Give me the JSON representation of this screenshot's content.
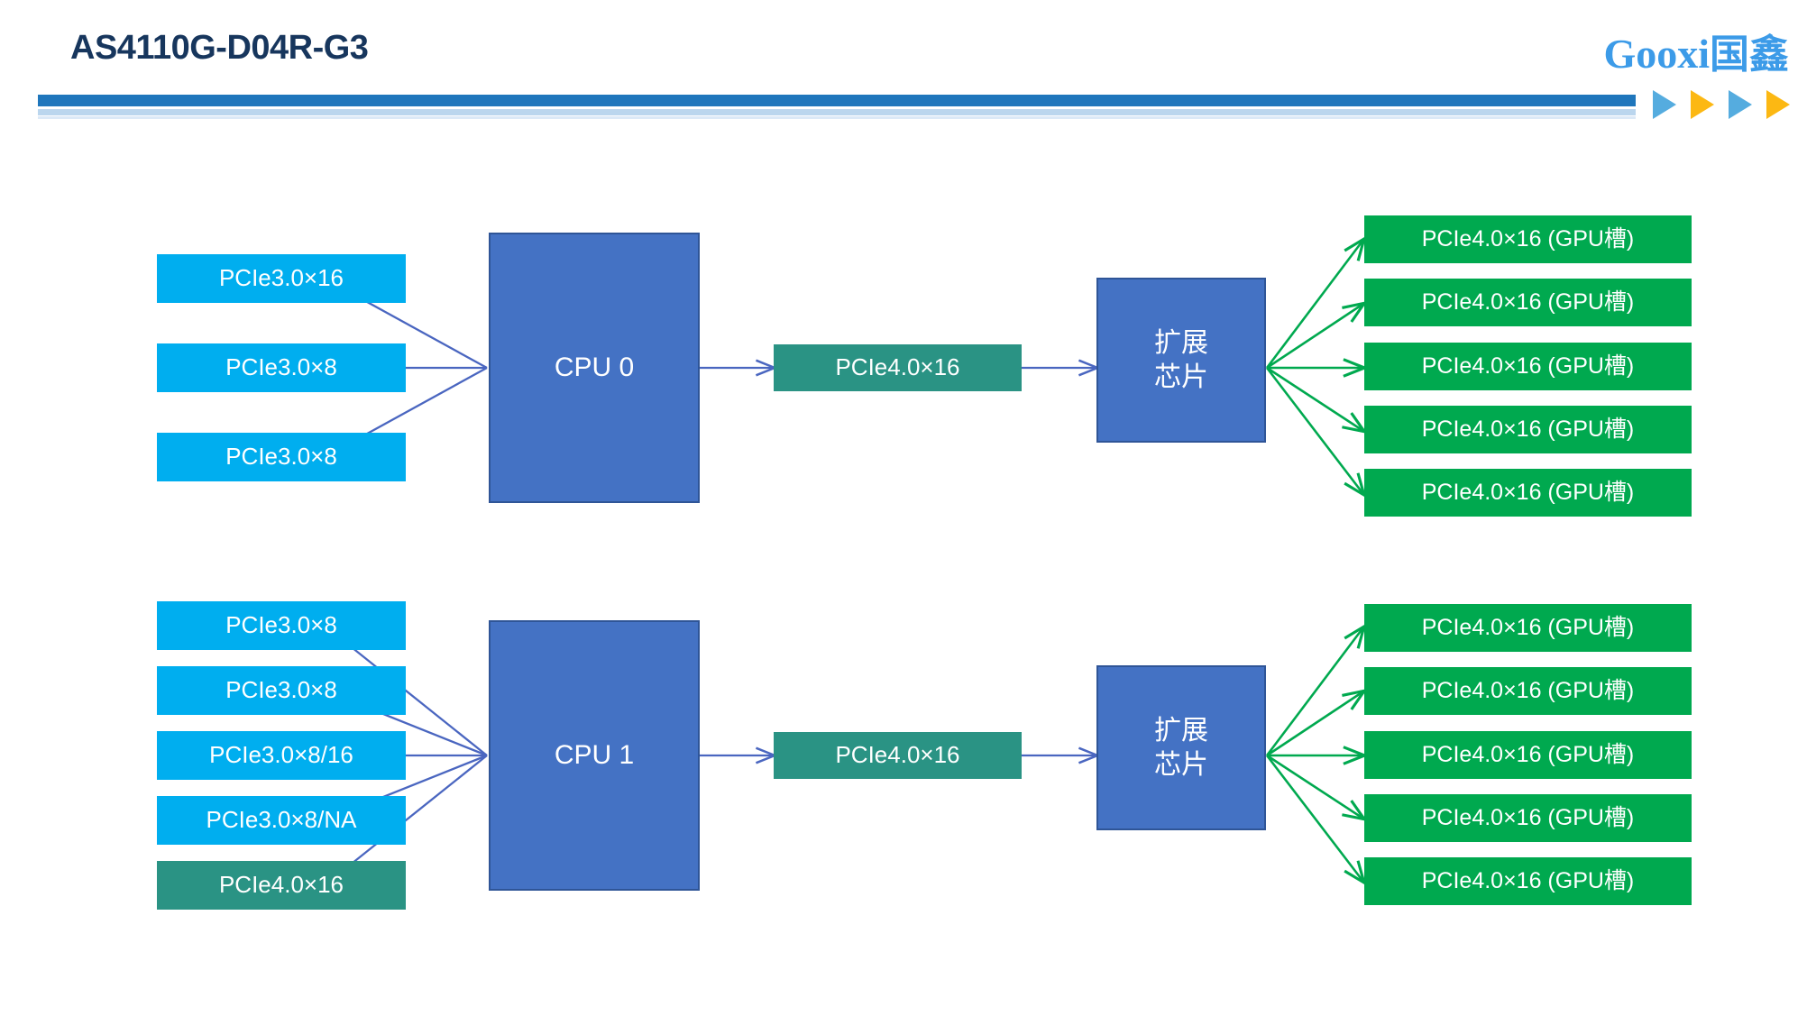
{
  "header": {
    "title": "AS4110G-D04R-G3",
    "brand_latin": "Gooxi",
    "brand_cn": "国鑫",
    "rule_color": "#1F76BC",
    "title_color": "#17365D",
    "brand_color": "#3C9BE8",
    "triangles": [
      "#55ACDF",
      "#FCB813",
      "#55ACDF",
      "#FCB813"
    ]
  },
  "colors": {
    "cyan": "#00AEEF",
    "teal": "#2A9384",
    "green": "#00A94F",
    "cpu_blue": "#4472C4",
    "cpu_border": "#2F5597",
    "arrow_blue": "#4A66C0",
    "arrow_green": "#00A94F"
  },
  "diagram": {
    "type": "block-diagram",
    "groups": [
      {
        "id": "cpu0-group",
        "cpu": {
          "label": "CPU 0",
          "color": "#4472C4"
        },
        "left_slots": [
          {
            "label": "PCIe3.0×16",
            "color": "#00AEEF"
          },
          {
            "label": "PCIe3.0×8",
            "color": "#00AEEF"
          },
          {
            "label": "PCIe3.0×8",
            "color": "#00AEEF"
          }
        ],
        "uplink": {
          "label": "PCIe4.0×16",
          "color": "#2A9384"
        },
        "switch": {
          "line1": "扩展",
          "line2": "芯片",
          "color": "#4472C4"
        },
        "gpu_slots": [
          {
            "label": "PCIe4.0×16 (GPU槽)",
            "color": "#00A94F"
          },
          {
            "label": "PCIe4.0×16 (GPU槽)",
            "color": "#00A94F"
          },
          {
            "label": "PCIe4.0×16 (GPU槽)",
            "color": "#00A94F"
          },
          {
            "label": "PCIe4.0×16 (GPU槽)",
            "color": "#00A94F"
          },
          {
            "label": "PCIe4.0×16 (GPU槽)",
            "color": "#00A94F"
          }
        ]
      },
      {
        "id": "cpu1-group",
        "cpu": {
          "label": "CPU 1",
          "color": "#4472C4"
        },
        "left_slots": [
          {
            "label": "PCIe3.0×8",
            "color": "#00AEEF"
          },
          {
            "label": "PCIe3.0×8",
            "color": "#00AEEF"
          },
          {
            "label": "PCIe3.0×8/16",
            "color": "#00AEEF"
          },
          {
            "label": "PCIe3.0×8/NA",
            "color": "#00AEEF"
          },
          {
            "label": "PCIe4.0×16",
            "color": "#2A9384"
          }
        ],
        "uplink": {
          "label": "PCIe4.0×16",
          "color": "#2A9384"
        },
        "switch": {
          "line1": "扩展",
          "line2": "芯片",
          "color": "#4472C4"
        },
        "gpu_slots": [
          {
            "label": "PCIe4.0×16 (GPU槽)",
            "color": "#00A94F"
          },
          {
            "label": "PCIe4.0×16 (GPU槽)",
            "color": "#00A94F"
          },
          {
            "label": "PCIe4.0×16 (GPU槽)",
            "color": "#00A94F"
          },
          {
            "label": "PCIe4.0×16 (GPU槽)",
            "color": "#00A94F"
          },
          {
            "label": "PCIe4.0×16 (GPU槽)",
            "color": "#00A94F"
          }
        ]
      }
    ]
  }
}
